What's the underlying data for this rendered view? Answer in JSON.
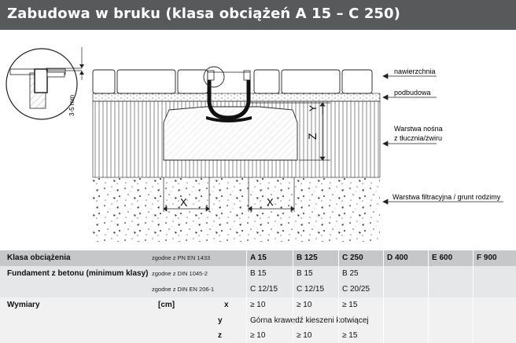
{
  "header": {
    "title": "Zabudowa w bruku (klasa obciążeń A 15 – C 250)"
  },
  "diagram": {
    "dim_label_35": "3-5 mm",
    "label_nawierzchnia": "nawierzchnia",
    "label_podbudowa": "podbudowa",
    "label_warstwa_nosna_1": "Warstwa nośna",
    "label_warstwa_nosna_2": "z tłucznia/żwiru",
    "label_warstwa_filtracyjna": "Warstwa filtracyjna / grunt rodzimy",
    "dim_x": "X",
    "dim_y": "Y",
    "dim_z": "Z"
  },
  "table": {
    "row_klasa": {
      "label": "Klasa obciążenia",
      "norm": "zgodne z PN EN 1433",
      "values": [
        "A 15",
        "B 125",
        "C 250",
        "D 400",
        "E 600",
        "F 900"
      ]
    },
    "row_fundament": {
      "label": "Fundament z betonu (minimum klasy)",
      "norm": "zgodne z DIN 1045-2",
      "values": [
        "B 15",
        "B 15",
        "B 25"
      ]
    },
    "row_fundament2": {
      "norm": "zgodne z DIN EN 206-1",
      "values": [
        "C 12/15",
        "C 12/15",
        "C 20/25"
      ]
    },
    "row_x": {
      "label": "Wymiary",
      "unit": "[cm]",
      "dim": "x",
      "values": [
        "≥ 10",
        "≥ 10",
        "≥ 15"
      ]
    },
    "row_y": {
      "dim": "y",
      "note": "Górna krawędź kieszeni kotwiącej"
    },
    "row_z": {
      "dim": "z",
      "values": [
        "≥ 10",
        "≥ 10",
        "≥ 15"
      ]
    }
  }
}
